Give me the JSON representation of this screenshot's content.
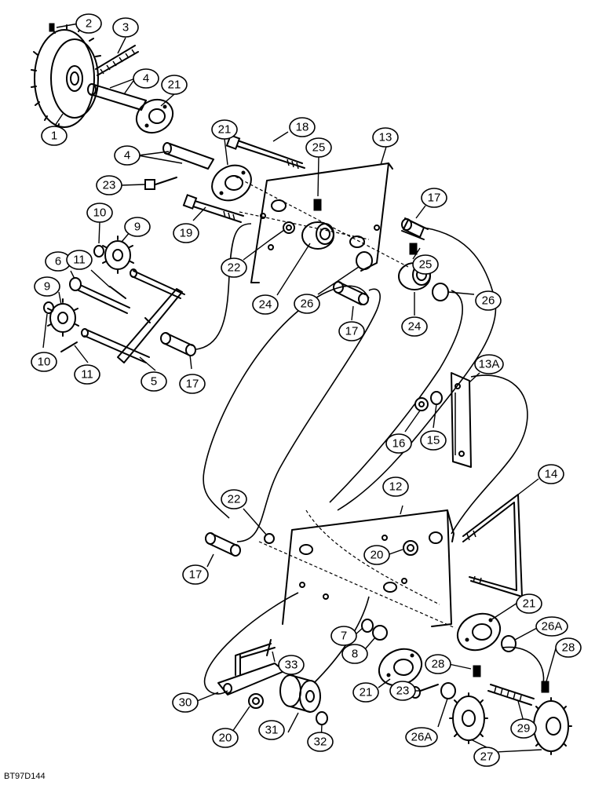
{
  "figure_code": "BT97D144",
  "callouts": [
    {
      "label": "1"
    },
    {
      "label": "2"
    },
    {
      "label": "3"
    },
    {
      "label": "4"
    },
    {
      "label": "4"
    },
    {
      "label": "21"
    },
    {
      "label": "21"
    },
    {
      "label": "18"
    },
    {
      "label": "13"
    },
    {
      "label": "25"
    },
    {
      "label": "23"
    },
    {
      "label": "17"
    },
    {
      "label": "10"
    },
    {
      "label": "9"
    },
    {
      "label": "19"
    },
    {
      "label": "22"
    },
    {
      "label": "25"
    },
    {
      "label": "6"
    },
    {
      "label": "11"
    },
    {
      "label": "24"
    },
    {
      "label": "26"
    },
    {
      "label": "26"
    },
    {
      "label": "9"
    },
    {
      "label": "17"
    },
    {
      "label": "24"
    },
    {
      "label": "10"
    },
    {
      "label": "11"
    },
    {
      "label": "5"
    },
    {
      "label": "17"
    },
    {
      "label": "13A"
    },
    {
      "label": "16"
    },
    {
      "label": "15"
    },
    {
      "label": "12"
    },
    {
      "label": "14"
    },
    {
      "label": "22"
    },
    {
      "label": "20"
    },
    {
      "label": "17"
    },
    {
      "label": "21"
    },
    {
      "label": "7"
    },
    {
      "label": "26A"
    },
    {
      "label": "8"
    },
    {
      "label": "28"
    },
    {
      "label": "28"
    },
    {
      "label": "33"
    },
    {
      "label": "21"
    },
    {
      "label": "30"
    },
    {
      "label": "23"
    },
    {
      "label": "26A"
    },
    {
      "label": "29"
    },
    {
      "label": "20"
    },
    {
      "label": "31"
    },
    {
      "label": "32"
    },
    {
      "label": "27"
    }
  ]
}
